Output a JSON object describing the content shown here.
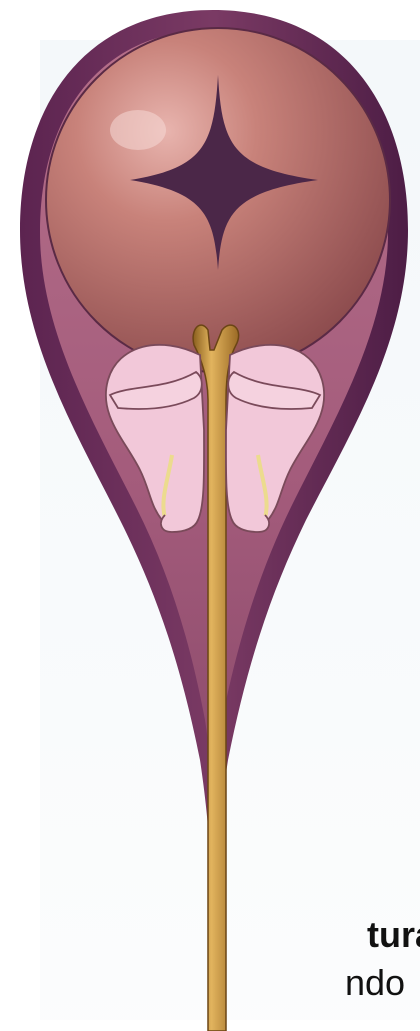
{
  "caption": {
    "line1": "tura",
    "line2": "ndo"
  },
  "illustration": {
    "icons": [
      "womb-sac",
      "yolk-sphere",
      "four-point-star",
      "fetal-figures",
      "umbilical-stalk"
    ],
    "colors": {
      "outer_sac": "#6d2f5a",
      "inner_sac": "#a8607e",
      "sphere": "#b86a62",
      "star": "#4b2748",
      "skin": "#f2c8d9",
      "stalk": "#c8953c"
    }
  }
}
